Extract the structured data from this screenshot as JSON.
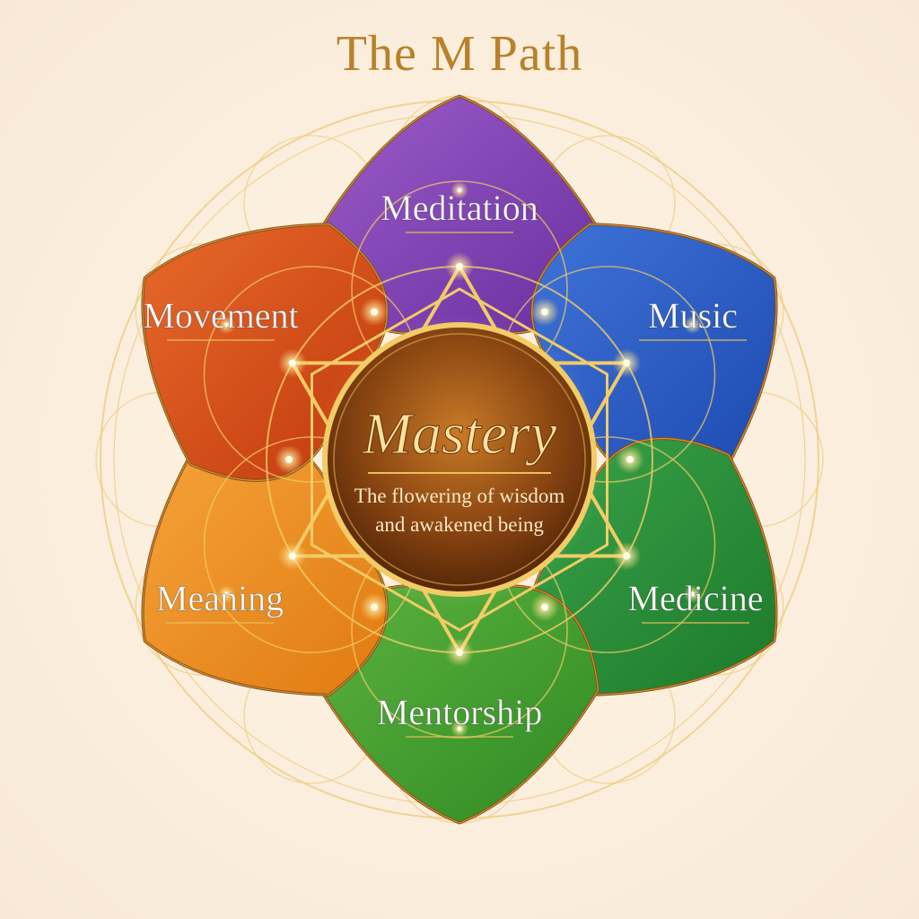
{
  "title": "The M Path",
  "center": {
    "label": "Mastery",
    "subtitle_line1": "The flowering of wisdom",
    "subtitle_line2": "and awakened being"
  },
  "petals": [
    {
      "label": "Meditation",
      "color": "#6a2fa0",
      "light": "#9a5cc8"
    },
    {
      "label": "Music",
      "color": "#1c49b0",
      "light": "#3f73d8"
    },
    {
      "label": "Medicine",
      "color": "#1c7a2a",
      "light": "#3aa24a"
    },
    {
      "label": "Mentorship",
      "color": "#2f8a22",
      "light": "#5cb240"
    },
    {
      "label": "Meaning",
      "color": "#e07a10",
      "light": "#f5a43a"
    },
    {
      "label": "Movement",
      "color": "#c0380e",
      "light": "#e86a2a"
    }
  ],
  "colors": {
    "gold": "#e8c05a",
    "gold_dark": "#b8812a",
    "center_dark": "#5a2a0a",
    "center_light": "#a8601c"
  }
}
